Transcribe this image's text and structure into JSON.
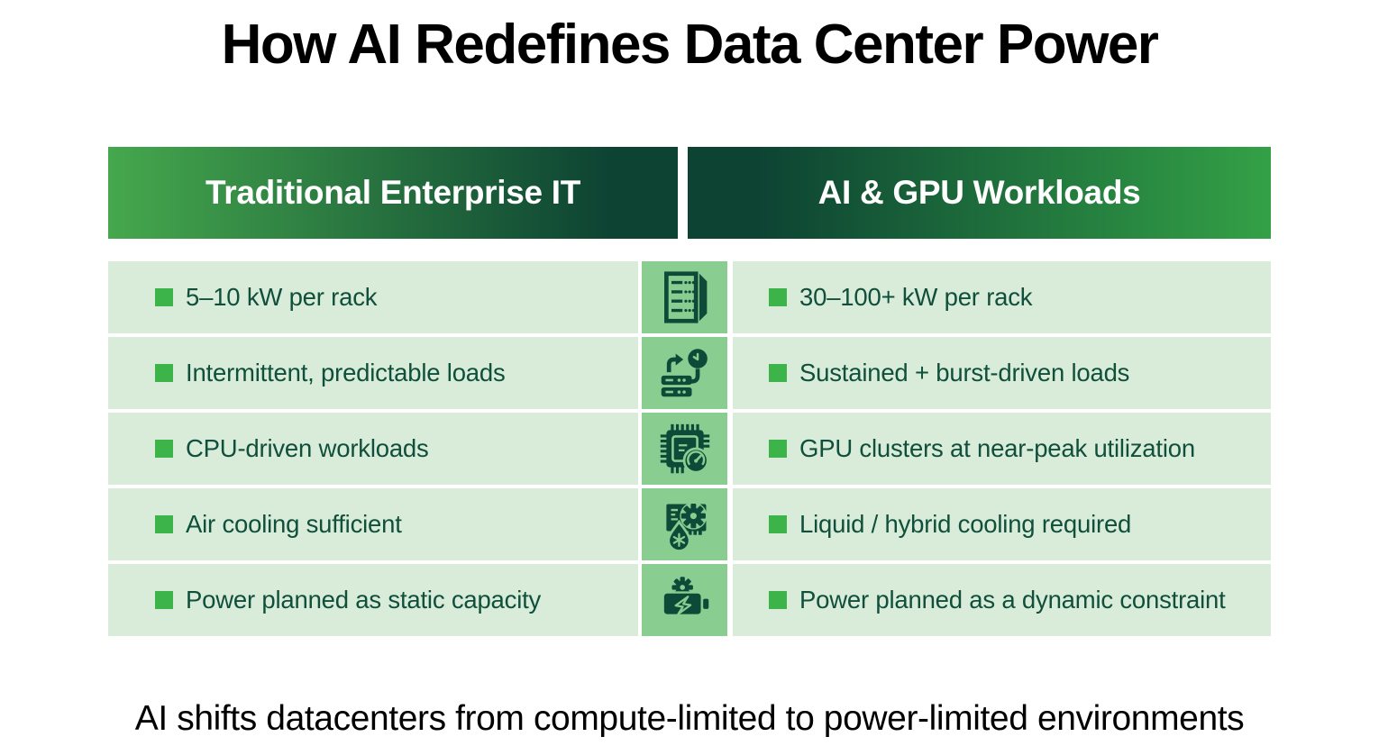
{
  "page": {
    "title": "How AI Redefines Data Center Power",
    "footer": "AI shifts datacenters from compute-limited to power-limited environments"
  },
  "table": {
    "columns": [
      {
        "label": "Traditional Enterprise IT"
      },
      {
        "label": "AI & GPU Workloads"
      }
    ],
    "rows": [
      {
        "icon": "server-rack-icon",
        "left": "5–10 kW per rack",
        "right": "30–100+ kW per rack"
      },
      {
        "icon": "server-clock-icon",
        "left": "Intermittent, predictable loads",
        "right": "Sustained + burst-driven loads"
      },
      {
        "icon": "cpu-gauge-icon",
        "left": "CPU-driven workloads",
        "right": "GPU clusters at near-peak utilization"
      },
      {
        "icon": "gpu-cooling-icon",
        "left": "Air cooling sufficient",
        "right": "Liquid / hybrid cooling required"
      },
      {
        "icon": "battery-power-icon",
        "left": "Power planned as static capacity",
        "right": "Power planned as a dynamic constraint"
      }
    ]
  },
  "colors": {
    "accent_green": "#3cb44a",
    "dark_green": "#0e4a38",
    "pale_row_green": "#d8ecd9",
    "icon_cell_green": "#8acd90",
    "row_text_green": "#104f3b",
    "header_gradient_bright_left": "#45a84d",
    "header_gradient_dark": "#0d4333",
    "header_gradient_bright_right": "#33a146",
    "title_color": "#000000"
  }
}
